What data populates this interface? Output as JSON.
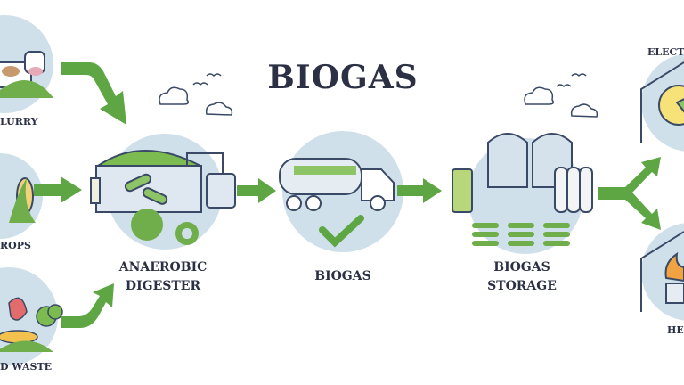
{
  "title": "BIOGAS",
  "inputs": [
    {
      "label": "LURRY",
      "icon": "cow-icon"
    },
    {
      "label": "ROPS",
      "icon": "corn-icon"
    },
    {
      "label": "D WASTE",
      "icon": "food-waste-icon"
    }
  ],
  "stages": [
    {
      "label_line1": "ANAEROBIC",
      "label_line2": "DIGESTER",
      "icon": "digester-tank-icon"
    },
    {
      "label_line1": "BIOGAS",
      "icon": "tanker-truck-icon"
    },
    {
      "label_line1": "BIOGAS",
      "label_line2": "STORAGE",
      "icon": "storage-tanks-icon"
    }
  ],
  "outputs": [
    {
      "label": "ELECT",
      "icon": "light-bulb-icon"
    },
    {
      "label": "HE",
      "icon": "flame-icon"
    }
  ],
  "colors": {
    "accent_green": "#5ea643",
    "circle_blue": "#cfe0ea",
    "text_dark": "#2b3044",
    "outline": "#3a4a66"
  }
}
